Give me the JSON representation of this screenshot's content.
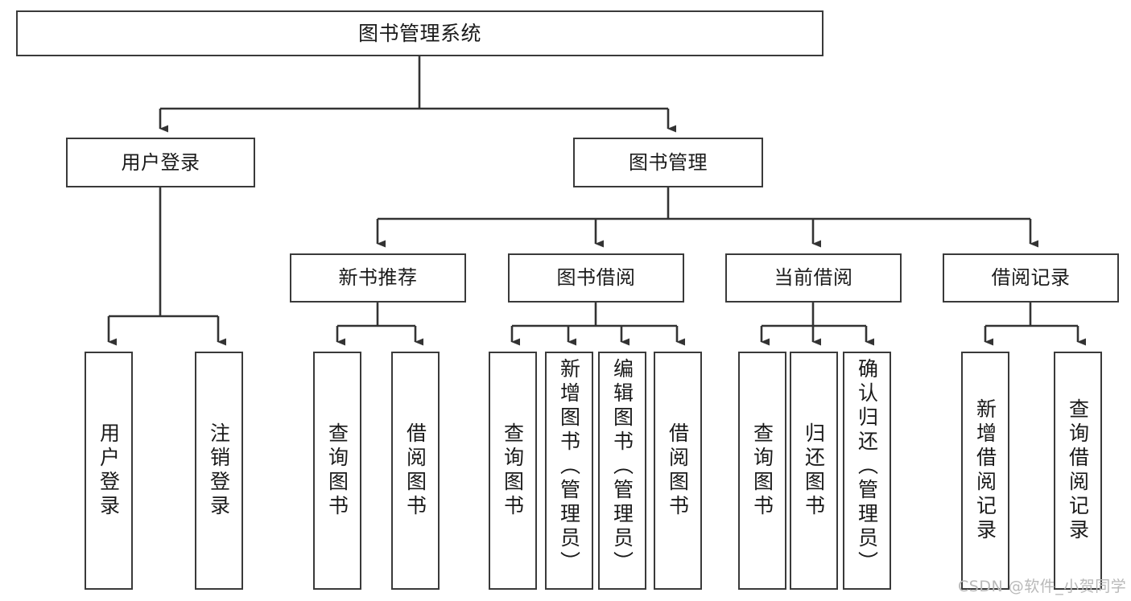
{
  "diagram": {
    "title": "图书管理系统",
    "type": "hierarchy-tree",
    "colors": {
      "box_border": "#3a3a3a",
      "box_fill": "#ffffff",
      "connector": "#333333",
      "text": "#1a1a1a",
      "watermark": "#b9b9b9"
    },
    "levels": {
      "level1": [
        {
          "id": "root",
          "label": "图书管理系统",
          "orientation": "horizontal"
        }
      ],
      "level2": [
        {
          "id": "user-login",
          "label": "用户登录",
          "orientation": "horizontal"
        },
        {
          "id": "book-manage",
          "label": "图书管理",
          "orientation": "horizontal"
        }
      ],
      "level3": [
        {
          "id": "new-book-recommend",
          "label": "新书推荐",
          "orientation": "horizontal",
          "parent": "book-manage"
        },
        {
          "id": "book-borrow",
          "label": "图书借阅",
          "orientation": "horizontal",
          "parent": "book-manage"
        },
        {
          "id": "current-borrow",
          "label": "当前借阅",
          "orientation": "horizontal",
          "parent": "book-manage"
        },
        {
          "id": "borrow-record",
          "label": "借阅记录",
          "orientation": "horizontal",
          "parent": "book-manage"
        }
      ],
      "level4": [
        {
          "id": "leaf-user-login",
          "label": "用户登录",
          "orientation": "vertical",
          "parent": "user-login"
        },
        {
          "id": "leaf-logout",
          "label": "注销登录",
          "orientation": "vertical",
          "parent": "user-login"
        },
        {
          "id": "leaf-query-book-1",
          "label": "查询图书",
          "orientation": "vertical",
          "parent": "new-book-recommend"
        },
        {
          "id": "leaf-borrow-book-1",
          "label": "借阅图书",
          "orientation": "vertical",
          "parent": "new-book-recommend"
        },
        {
          "id": "leaf-query-book-2",
          "label": "查询图书",
          "orientation": "vertical",
          "parent": "book-borrow"
        },
        {
          "id": "leaf-add-book",
          "label": "新增图书（管理员）",
          "orientation": "vertical",
          "parent": "book-borrow"
        },
        {
          "id": "leaf-edit-book",
          "label": "编辑图书（管理员）",
          "orientation": "vertical",
          "parent": "book-borrow"
        },
        {
          "id": "leaf-borrow-book-2",
          "label": "借阅图书",
          "orientation": "vertical",
          "parent": "book-borrow"
        },
        {
          "id": "leaf-query-book-3",
          "label": "查询图书",
          "orientation": "vertical",
          "parent": "current-borrow"
        },
        {
          "id": "leaf-return-book",
          "label": "归还图书",
          "orientation": "vertical",
          "parent": "current-borrow"
        },
        {
          "id": "leaf-confirm-return",
          "label": "确认归还（管理员）",
          "orientation": "vertical",
          "parent": "current-borrow"
        },
        {
          "id": "leaf-add-record",
          "label": "新增借阅记录",
          "orientation": "vertical",
          "parent": "borrow-record"
        },
        {
          "id": "leaf-query-record",
          "label": "查询借阅记录",
          "orientation": "vertical",
          "parent": "borrow-record"
        }
      ]
    },
    "watermark": "CSDN @软件_小贺同学"
  }
}
